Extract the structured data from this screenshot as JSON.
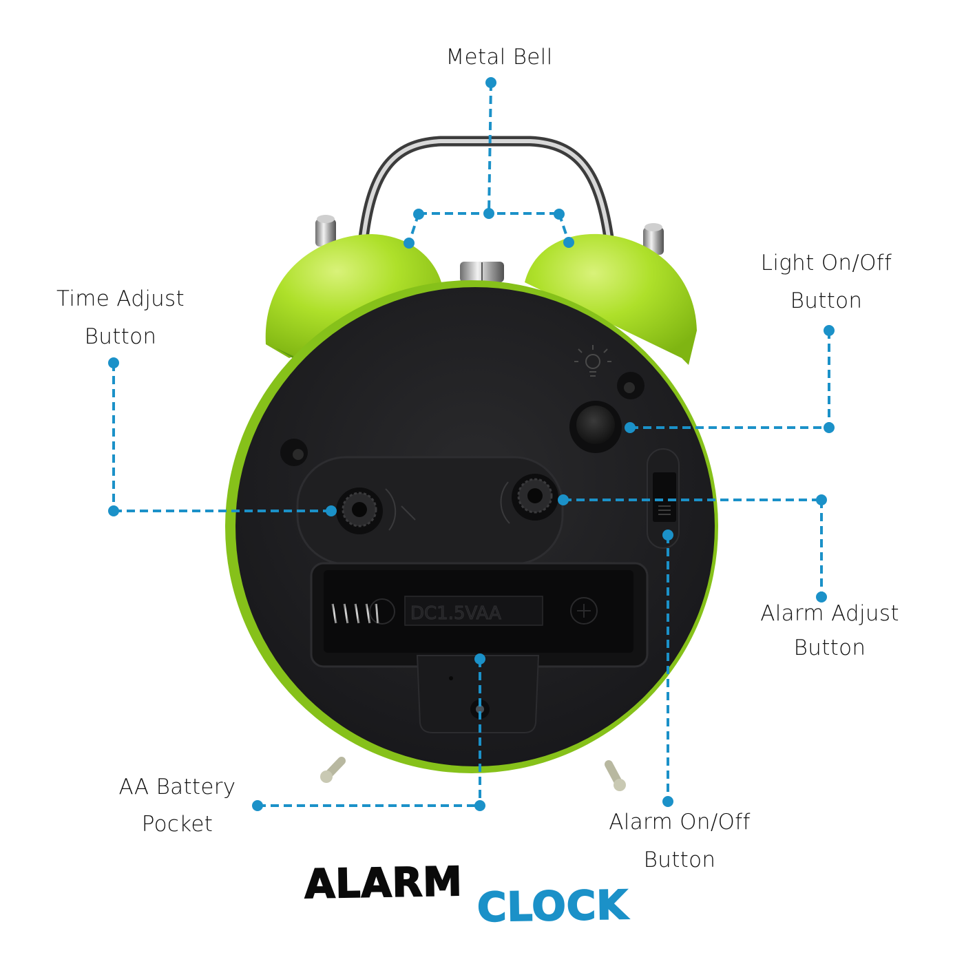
{
  "title": {
    "word1": "ALARM",
    "word2": "CLOCK"
  },
  "labels": {
    "metal_bell": {
      "line1": "Metal Bell"
    },
    "time_adjust": {
      "line1": "Time Adjust",
      "line2": "Button"
    },
    "light_onoff": {
      "line1": "Light On/Off",
      "line2": "Button"
    },
    "alarm_adjust": {
      "line1": "Alarm Adjust",
      "line2": "Button"
    },
    "battery_pocket": {
      "line1": "AA Battery",
      "line2": "Pocket"
    },
    "alarm_onoff": {
      "line1": "Alarm On/Off",
      "line2": "Button"
    }
  },
  "battery_marking": "DC1.5VAA",
  "colors": {
    "leader": "#1b91c8",
    "bell_green": "#a6dc25",
    "body_black": "#1c1c1e",
    "text": "#111111",
    "accent_title": "#1b91c8"
  }
}
